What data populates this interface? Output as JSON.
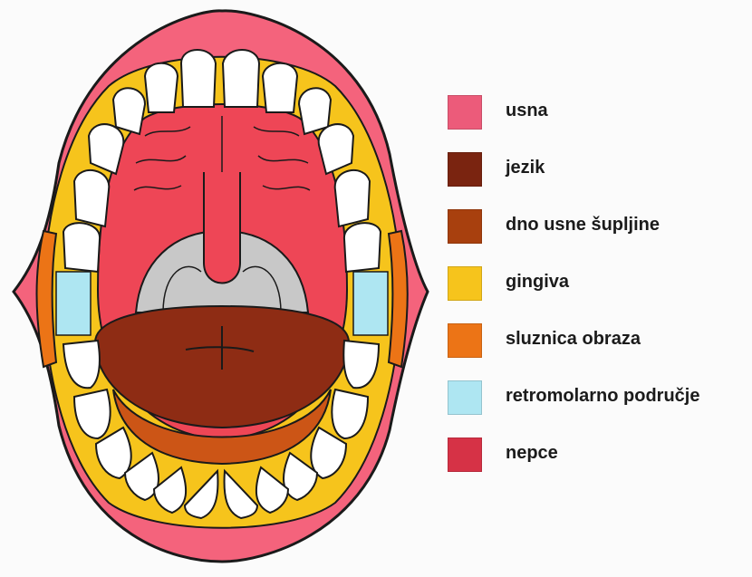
{
  "legend": [
    {
      "label": "usna",
      "color": "#ec5b7a"
    },
    {
      "label": "jezik",
      "color": "#7a2410"
    },
    {
      "label": "dno usne šupljine",
      "color": "#a8400e"
    },
    {
      "label": "gingiva",
      "color": "#f6c41c"
    },
    {
      "label": "sluznica obraza",
      "color": "#ec7416"
    },
    {
      "label": "retromolarno područje",
      "color": "#aee6f2"
    },
    {
      "label": "nepce",
      "color": "#d63246"
    }
  ],
  "colors": {
    "lip": "#f4637c",
    "tongue": "#8e2c14",
    "floor": "#cc5516",
    "gingiva": "#f6c41c",
    "cheek": "#ec7416",
    "retromolar": "#aee6f2",
    "palate": "#ee4656",
    "throat": "#c8c8c8",
    "teeth": "#ffffff",
    "outline": "#1a1a1a"
  }
}
